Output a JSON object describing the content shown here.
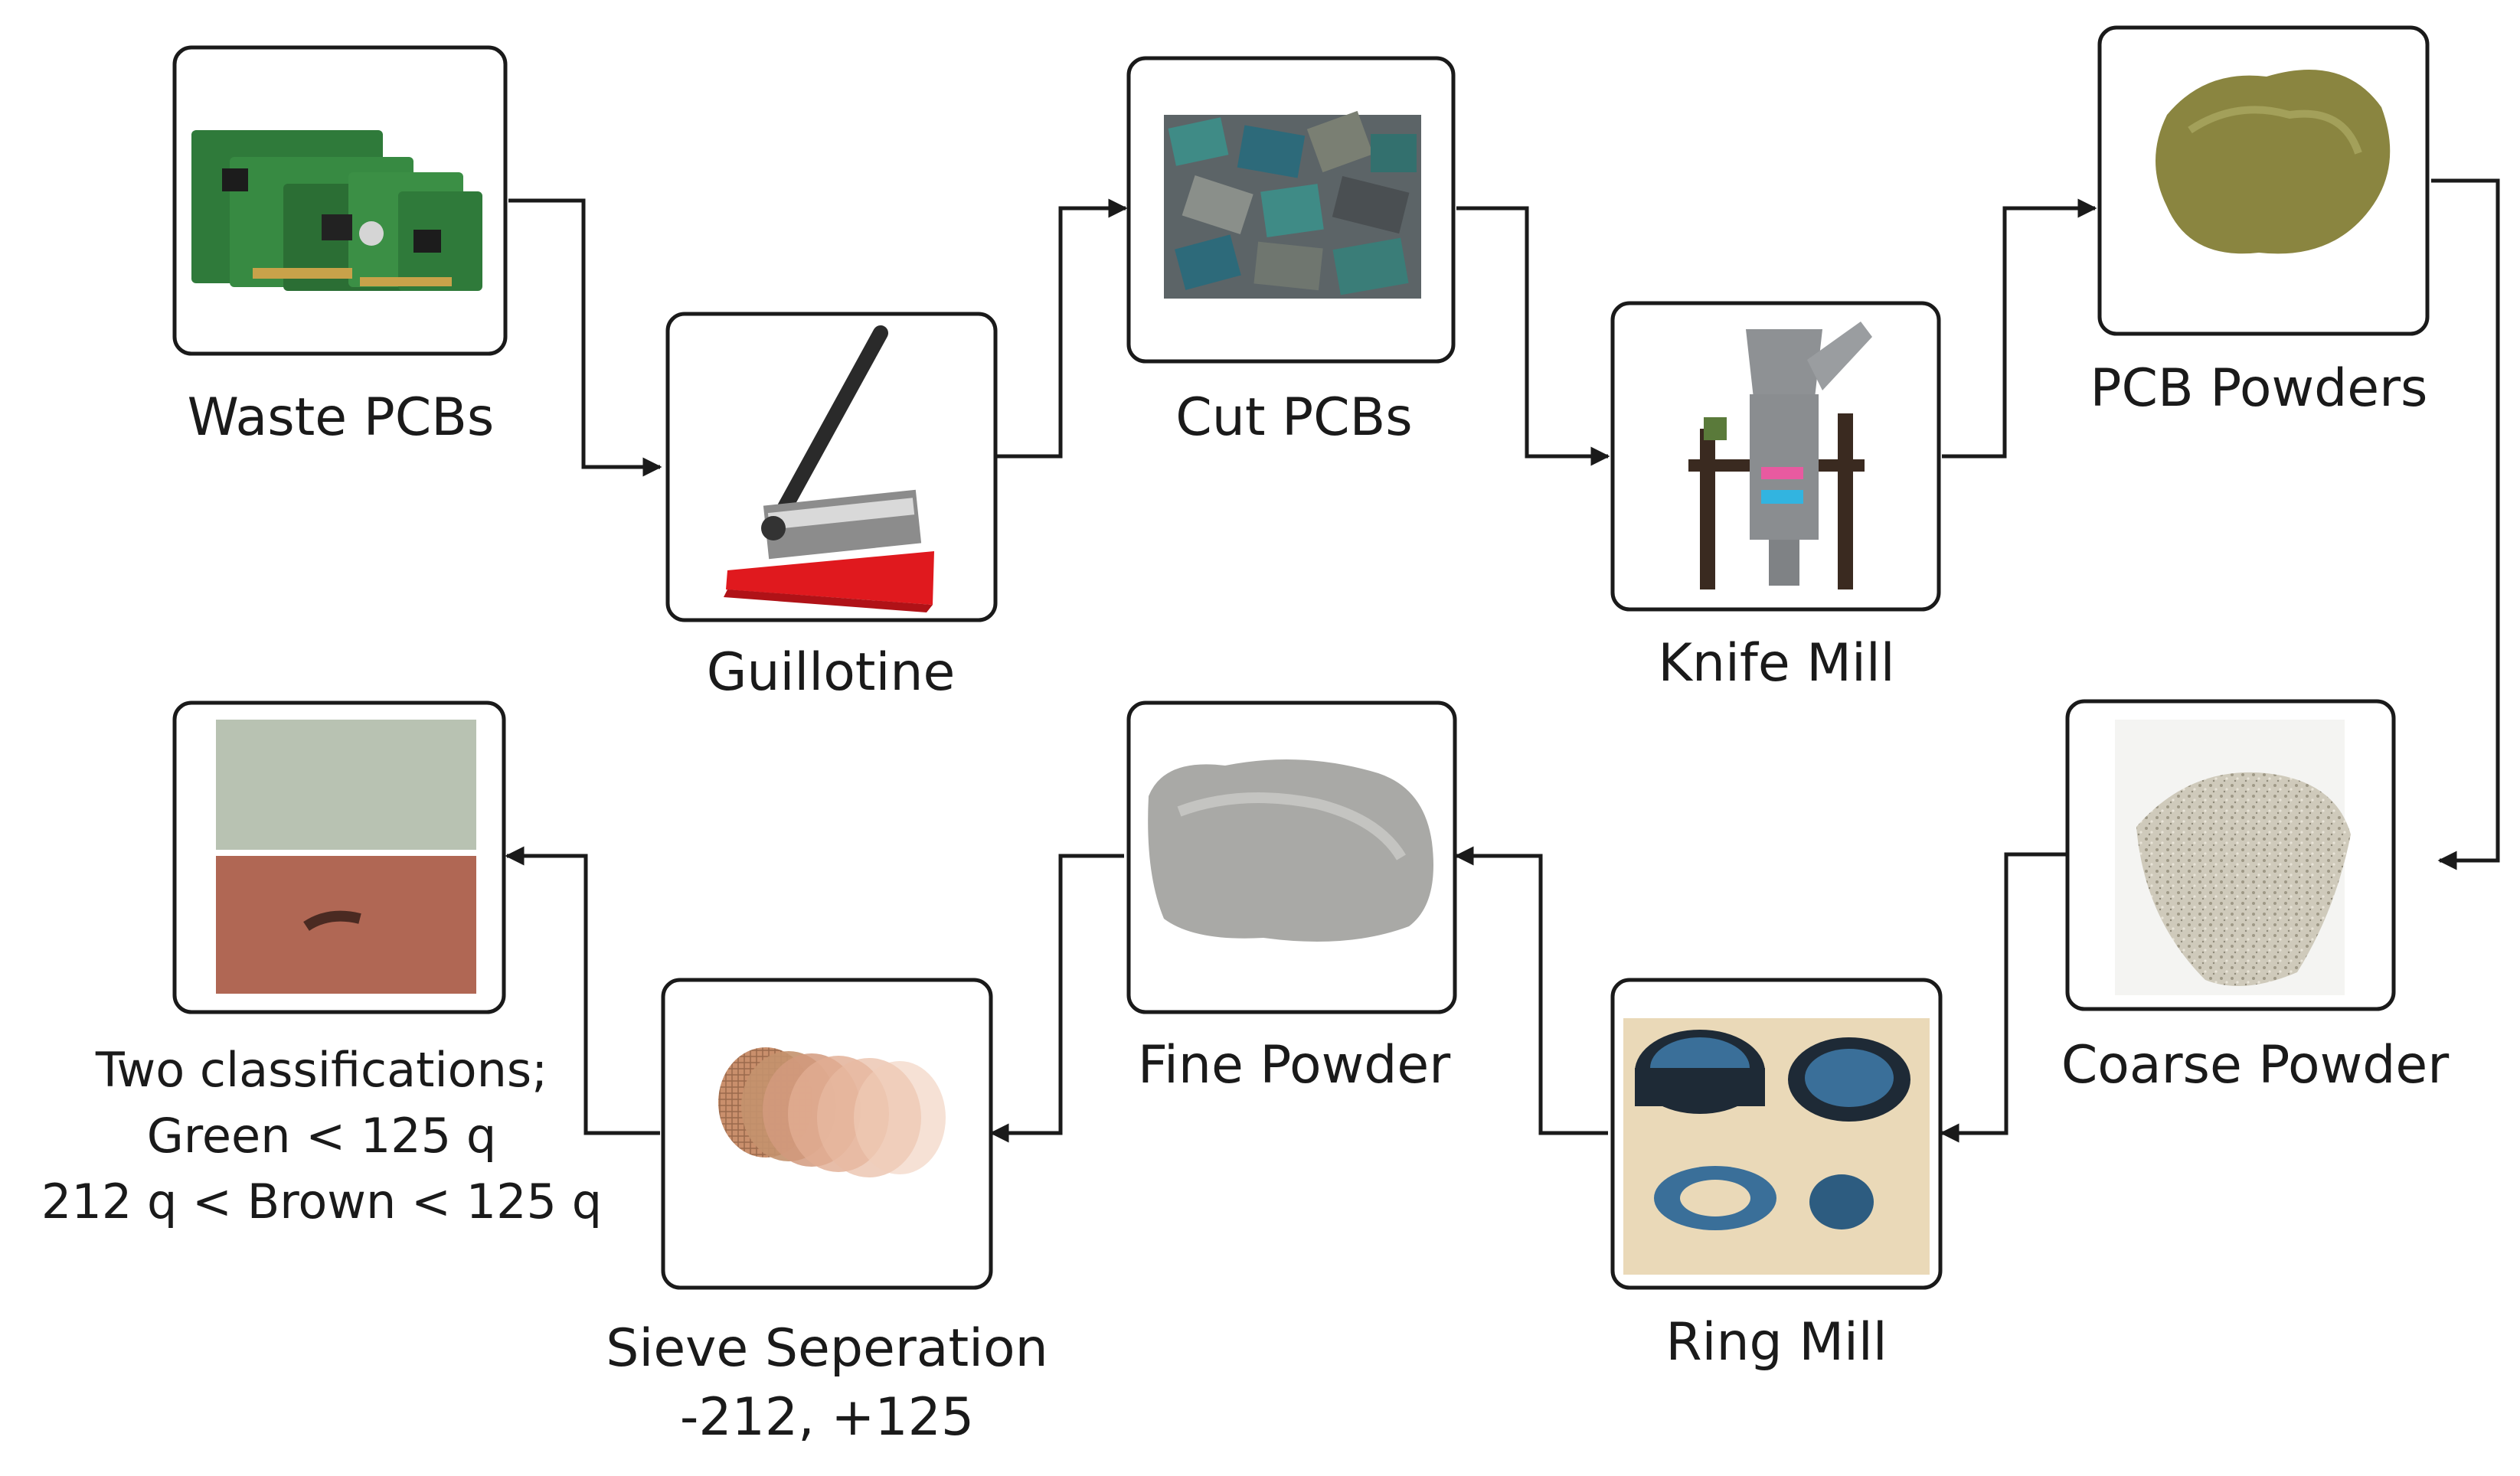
{
  "steps": {
    "waste_pcbs": "Waste PCBs",
    "guillotine": "Guillotine",
    "cut_pcbs": "Cut PCBs",
    "knife_mill": "Knife Mill",
    "pcb_powders": "PCB Powders",
    "coarse_powder": "Coarse Powder",
    "ring_mill": "Ring Mill",
    "fine_powder": "Fine Powder",
    "sieve_line1": "Sieve Seperation",
    "sieve_line2": "-212, +125",
    "class_line1": "Two classifications;",
    "class_line2": "Green < 125 q",
    "class_line3": "212 q < Brown < 125 q"
  },
  "colors": {
    "box_border": "#1a1a1a",
    "arrow": "#1a1a1a",
    "pcb_green": "#2f7a3a",
    "guillotine_red": "#e0191e",
    "powder_olive": "#8a8540",
    "coarse_powder": "#c9c4b5",
    "fine_powder": "#a9a9a6",
    "ring_mill_blue": "#3a6f99",
    "sieve_copper": "#d29a7e",
    "green_fraction": "#b8c2b2",
    "brown_fraction": "#b06754"
  },
  "icons": [
    "pcb-boards-icon",
    "guillotine-icon",
    "cut-pcbs-icon",
    "knife-mill-icon",
    "olive-powder-icon",
    "coarse-powder-icon",
    "ring-mill-icon",
    "fine-powder-icon",
    "sieve-stack-icon",
    "powder-classes-icon"
  ]
}
